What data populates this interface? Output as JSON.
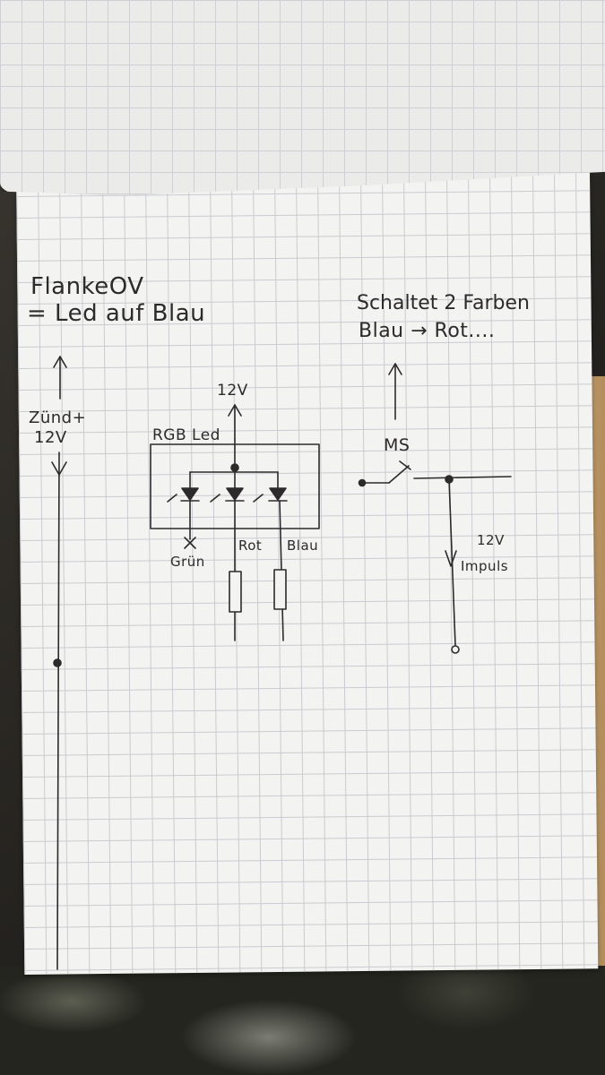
{
  "notes": {
    "flanke_line1": "FlankeOV",
    "flanke_line2": "= Led auf Blau",
    "schaltet_line1": "Schaltet 2 Farben",
    "schaltet_line2": "Blau → Rot....",
    "zuend_line1": "Zünd+",
    "zuend_line2": "12V"
  },
  "circuit": {
    "supply_label": "12V",
    "rgb_label": "RGB Led",
    "gruen_label": "Grün",
    "rot_label": "Rot",
    "blau_label": "Blau",
    "ms_label": "MS",
    "impuls_line1": "12V",
    "impuls_line2": "Impuls"
  },
  "colors": {
    "ink": "#2c2a2a",
    "grid": "#c9cbd0",
    "paper": "#f3f3f1"
  }
}
